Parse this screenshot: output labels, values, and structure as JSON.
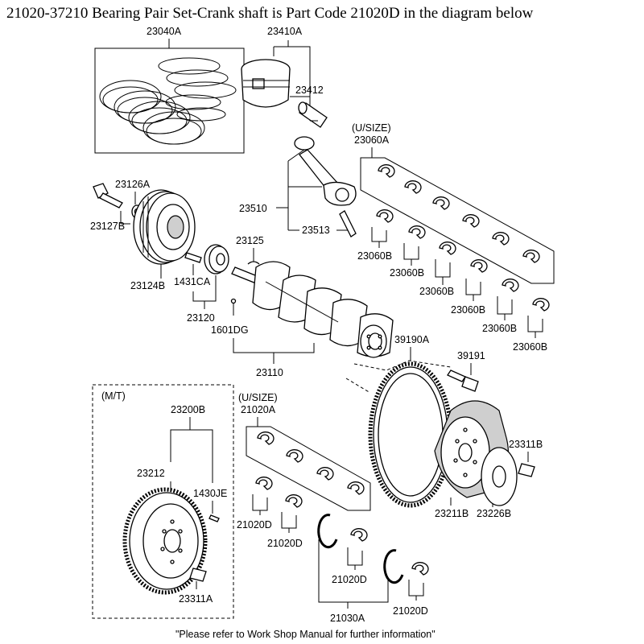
{
  "header": {
    "text": "21020-37210 Bearing Pair Set-Crank shaft is Part Code 21020D in the diagram below"
  },
  "footer": {
    "note": "\"Please refer to Work Shop Manual for further information\""
  },
  "labels": {
    "p23040A": "23040A",
    "p23410A": "23410A",
    "p23412": "23412",
    "usize1": "(U/SIZE)",
    "p23060A": "23060A",
    "p23126A": "23126A",
    "p23127B": "23127B",
    "p23510": "23510",
    "p23513": "23513",
    "p23125": "23125",
    "p23060B_1": "23060B",
    "p23060B_2": "23060B",
    "p23060B_3": "23060B",
    "p23060B_4": "23060B",
    "p23060B_5": "23060B",
    "p23060B_6": "23060B",
    "p1431CA": "1431CA",
    "p23124B": "23124B",
    "p23120": "23120",
    "p1601DG": "1601DG",
    "p23110": "23110",
    "p39190A": "39190A",
    "p39191": "39191",
    "mt": "(M/T)",
    "p23200B": "23200B",
    "usize2": "(U/SIZE)",
    "p21020A": "21020A",
    "p23212": "23212",
    "p1430JE": "1430JE",
    "p23311B": "23311B",
    "p21020D_1": "21020D",
    "p21020D_2": "21020D",
    "p21020D_3": "21020D",
    "p21020D_4": "21020D",
    "p23211B": "23211B",
    "p23226B": "23226B",
    "p23311A": "23311A",
    "p21030A": "21030A"
  }
}
